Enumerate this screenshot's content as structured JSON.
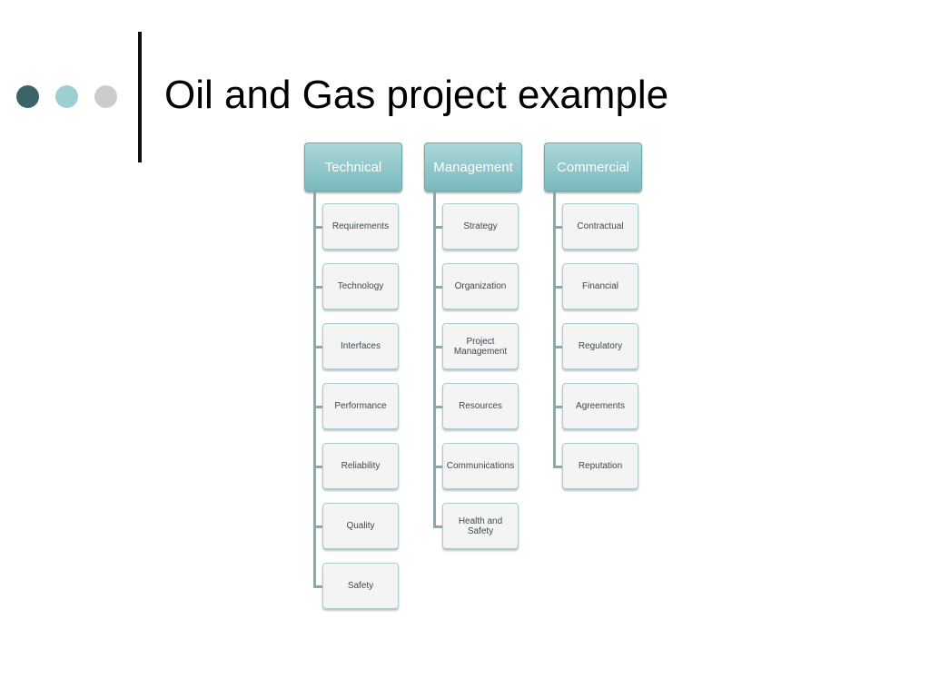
{
  "slide": {
    "title": "Oil and Gas project example"
  },
  "colors": {
    "dot1": "#3a6466",
    "dot2": "#9ccfd2",
    "dot3": "#cccccc",
    "header_fill": "#8fc6c9",
    "box_fill": "#f4f4f4",
    "connector": "#7fadb0"
  },
  "columns": [
    {
      "header": "Technical",
      "items": [
        "Requirements",
        "Technology",
        "Interfaces",
        "Performance",
        "Reliability",
        "Quality",
        "Safety"
      ]
    },
    {
      "header": "Management",
      "items": [
        "Strategy",
        "Organization",
        "Project\nManagement",
        "Resources",
        "Communications",
        "Health and\nSafety"
      ]
    },
    {
      "header": "Commercial",
      "items": [
        "Contractual",
        "Financial",
        "Regulatory",
        "Agreements",
        "Reputation"
      ]
    }
  ]
}
